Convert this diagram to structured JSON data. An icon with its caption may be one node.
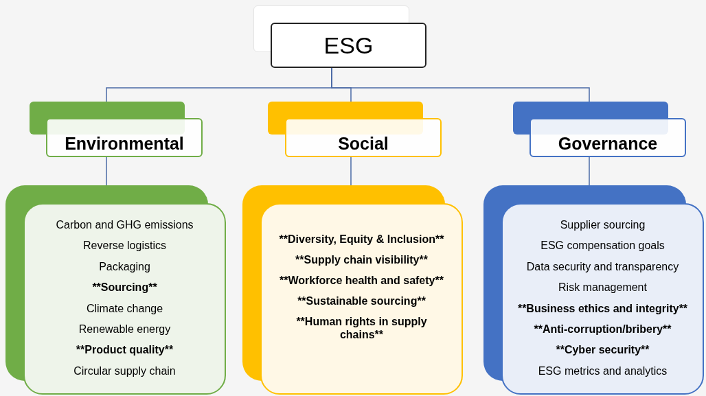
{
  "diagram": {
    "nodes": [
      {
        "text": [
          "ESG"
        ]
      },
      {
        "text": [],
        "shape": "box"
      },
      {
        "text": [
          "Environmental"
        ]
      },
      {
        "text": [],
        "shape": "box"
      },
      {
        "text": [
          "Social"
        ]
      },
      {
        "text": [],
        "shape": "box"
      },
      {
        "text": [
          "Governance"
        ]
      },
      {
        "text": [
          "Carbon and GHG emissions",
          "Reverse logistics",
          "Packaging",
          "**Sourcing**",
          "Climate change",
          "Renewable energy",
          "**Product quality**",
          "Circular supply chain"
        ]
      },
      {
        "text": [
          "**Diversity, Equity & Inclusion**",
          "**Supply chain visibility**",
          "**Workforce health and safety**",
          "**Sustainable sourcing**",
          "**Human rights in supply chains**"
        ]
      },
      {
        "text": [
          "Supplier sourcing",
          "ESG compensation goals",
          "Data security and transparency",
          "Risk management",
          "**Business ethics and integrity**",
          "**Anti-corruption/bribery**",
          "**Cyber security**",
          "ESG metrics and analytics"
        ]
      }
    ],
    "edges": [
      {
        "from": 0,
        "to": 1,
        "arrow": "none"
      },
      {
        "from": 0,
        "to": 3,
        "arrow": "none"
      },
      {
        "from": 0,
        "to": 5,
        "arrow": "none"
      },
      {
        "from": 2,
        "to": 7,
        "arrow": "none"
      },
      {
        "from": 4,
        "to": 8,
        "arrow": "none"
      },
      {
        "from": 6,
        "to": 9,
        "arrow": "none"
      }
    ]
  }
}
